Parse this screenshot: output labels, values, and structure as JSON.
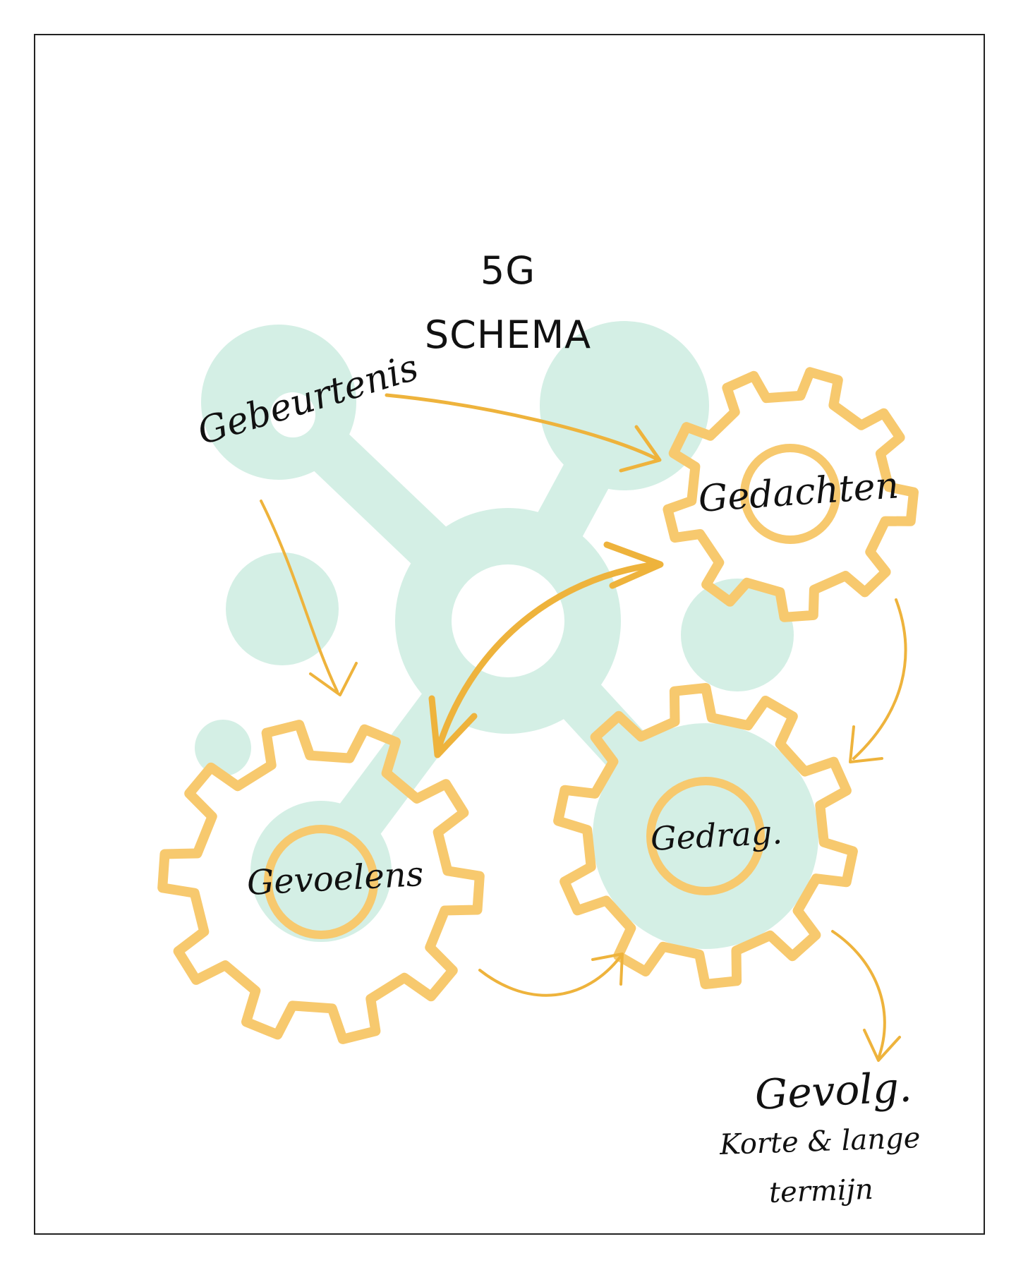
{
  "title": {
    "line1": "5G",
    "line2": "SCHEMA"
  },
  "labels": {
    "gebeurtenis": "Gebeurtenis",
    "gedachten": "Gedachten",
    "gevoelens": "Gevoelens",
    "gedrag": "Gedrag.",
    "gevolg": "Gevolg.",
    "gevolg_sub_line1": "Korte & lange",
    "gevolg_sub_line2": "termijn"
  },
  "colors": {
    "mint": "#d4efe5",
    "gear": "#f7c96e",
    "arrow": "#eeb33c",
    "frame": "#222222",
    "text": "#111111"
  }
}
